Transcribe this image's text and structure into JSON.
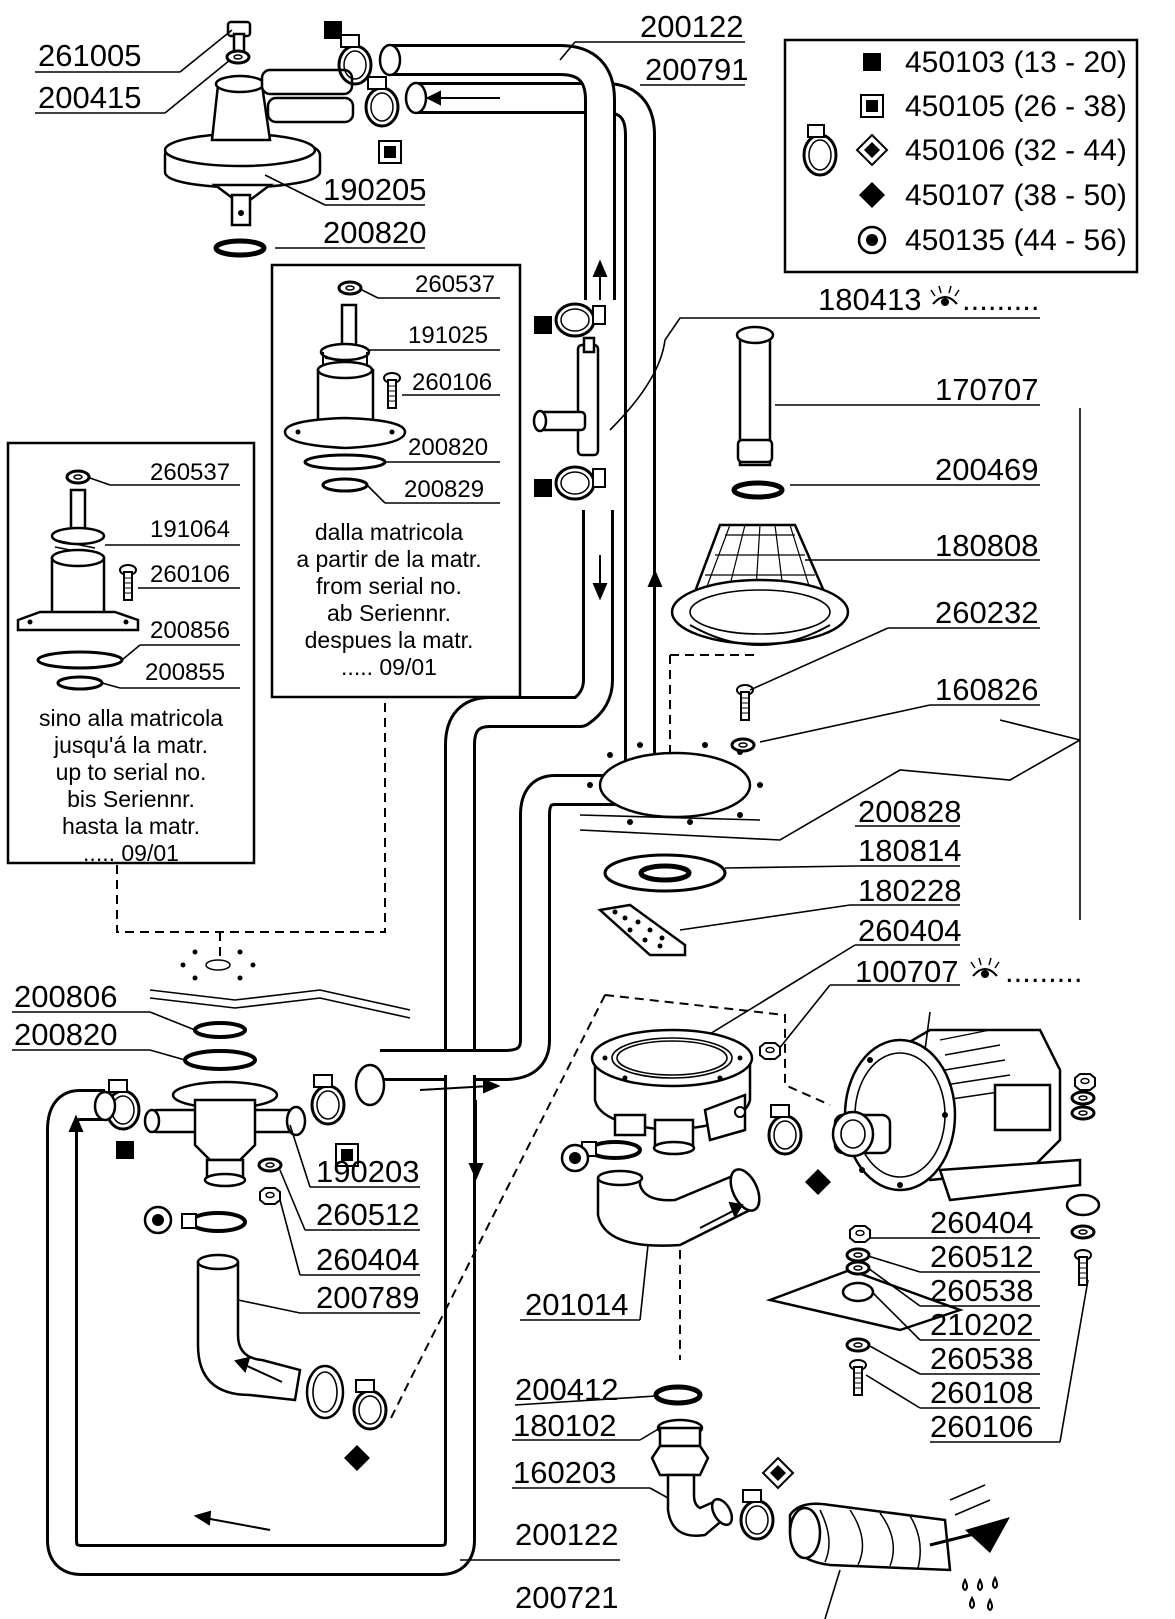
{
  "part_numbers": {
    "p261005": "261005",
    "p200415": "200415",
    "p190205": "190205",
    "p200820a": "200820",
    "p200122a": "200122",
    "p200791": "200791",
    "p180413": "180413",
    "p170707": "170707",
    "p200469": "200469",
    "p180808": "180808",
    "p260232": "260232",
    "p160826": "160826",
    "p200828": "200828",
    "p180814": "180814",
    "p180228": "180228",
    "p260404a": "260404",
    "p100707": "100707",
    "p200806": "200806",
    "p200820b": "200820",
    "p190203": "190203",
    "p260512a": "260512",
    "p260404b": "260404",
    "p200789": "200789",
    "p201014": "201014",
    "p260404c": "260404",
    "p260512b": "260512",
    "p260538a": "260538",
    "p210202": "210202",
    "p260538b": "260538",
    "p260108": "260108",
    "p260106c": "260106",
    "p200412": "200412",
    "p180102": "180102",
    "p160203": "160203",
    "p200122b": "200122",
    "p200721": "200721"
  },
  "reference_dots": ".........",
  "inset_new": {
    "parts": [
      "260537",
      "191025",
      "260106",
      "200820",
      "200829"
    ],
    "note_lines": [
      "dalla matricola",
      "a partir de la matr.",
      "from serial no.",
      "ab Seriennr.",
      "despues la matr.",
      "..... 09/01"
    ]
  },
  "inset_old": {
    "parts": [
      "260537",
      "191064",
      "260106",
      "200856",
      "200855"
    ],
    "note_lines": [
      "sino alla matricola",
      "jusqu'á la matr.",
      "up to serial no.",
      "bis Seriennr.",
      "hasta la matr.",
      "..... 09/01"
    ]
  },
  "clamp_legend": [
    {
      "symbol": "filled-square",
      "code": "450103 (13 - 20)"
    },
    {
      "symbol": "boxed-square",
      "code": "450105 (26 - 38)"
    },
    {
      "symbol": "boxed-diamond",
      "code": "450106 (32 - 44)"
    },
    {
      "symbol": "filled-diamond",
      "code": "450107 (38 - 50)"
    },
    {
      "symbol": "ring-dot",
      "code": "450135 (44 - 56)"
    }
  ]
}
